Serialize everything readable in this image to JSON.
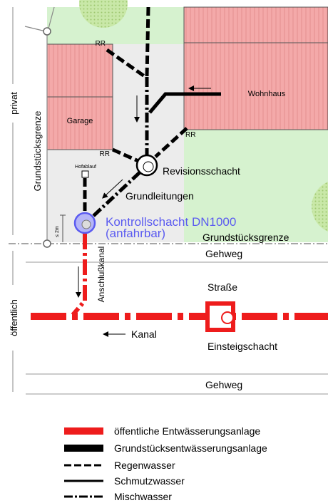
{
  "side_labels": {
    "private": "privat",
    "public": "öffentlich",
    "property_line_vertical": "Grundstücksgrenze"
  },
  "buildings": {
    "garage": "Garage",
    "house": "Wohnhaus"
  },
  "pipe_marks": {
    "rr_top": "RR",
    "rr_left": "RR",
    "rr_right": "RR",
    "yard_drain": "Hofablauf",
    "distance": "≤ 2m",
    "connection_sewer": "Anschlußkanal"
  },
  "shafts": {
    "inspection": "Revisionsschacht",
    "control_line1": "Kontrollschacht DN1000",
    "control_line2": "(anfahrbar)",
    "manhole": "Einsteigschacht"
  },
  "main_labels": {
    "ground_pipes": "Grundleitungen",
    "property_line": "Grundstücksgrenze",
    "sidewalk_top": "Gehweg",
    "street": "Straße",
    "sewer": "Kanal",
    "sidewalk_bottom": "Gehweg"
  },
  "legend": [
    {
      "label": "öffentliche Entwässerungsanlage",
      "style": "thick-red"
    },
    {
      "label": "Grundstücksentwässerungsanlage",
      "style": "thick-black"
    },
    {
      "label": "Regenwasser",
      "style": "dashed"
    },
    {
      "label": "Schmutzwasser",
      "style": "solid"
    },
    {
      "label": "Mischwasser",
      "style": "dash-dot"
    }
  ],
  "colors": {
    "public_red": "#ee1c1c",
    "building_fill": "#f4a9a9",
    "lawn": "#d6f2cf",
    "paving": "#ececec",
    "control_shaft_blue": "#5b5bf0"
  }
}
